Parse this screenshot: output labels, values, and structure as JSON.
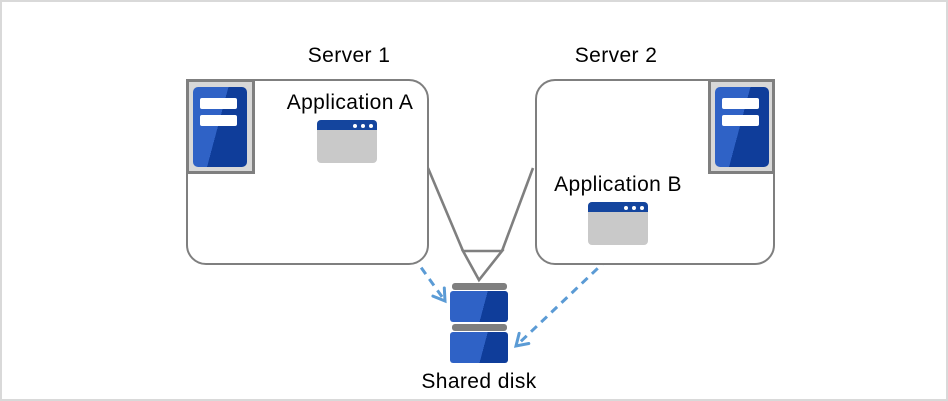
{
  "nodes": {
    "server1": {
      "label": "Server 1",
      "app": {
        "label": "Application A"
      }
    },
    "server2": {
      "label": "Server 2",
      "app": {
        "label": "Application B"
      }
    },
    "disk": {
      "label": "Shared disk"
    }
  },
  "connections": [
    {
      "from": "server1",
      "to": "shared-disk",
      "style": "solid-gray-line"
    },
    {
      "from": "server2",
      "to": "shared-disk",
      "style": "solid-gray-line"
    },
    {
      "from": "application-a",
      "to": "shared-disk",
      "style": "dashed-blue-arrow"
    },
    {
      "from": "application-b",
      "to": "shared-disk",
      "style": "dashed-blue-arrow"
    }
  ],
  "icons": {
    "server": "server-tower-icon",
    "application": "app-window-icon",
    "disk": "disk-stack-icon"
  },
  "colors": {
    "blue_light": "#2F62C6",
    "blue_dark": "#0F3D9A",
    "titlebar_blue": "#14459E",
    "gray_line": "#7F7F7F",
    "container_gray": "#D8D8D8",
    "app_body_gray": "#C9C9C9",
    "arrow_blue": "#5B9BD5",
    "canvas_border": "#D9D9D9",
    "text": "#000000"
  }
}
